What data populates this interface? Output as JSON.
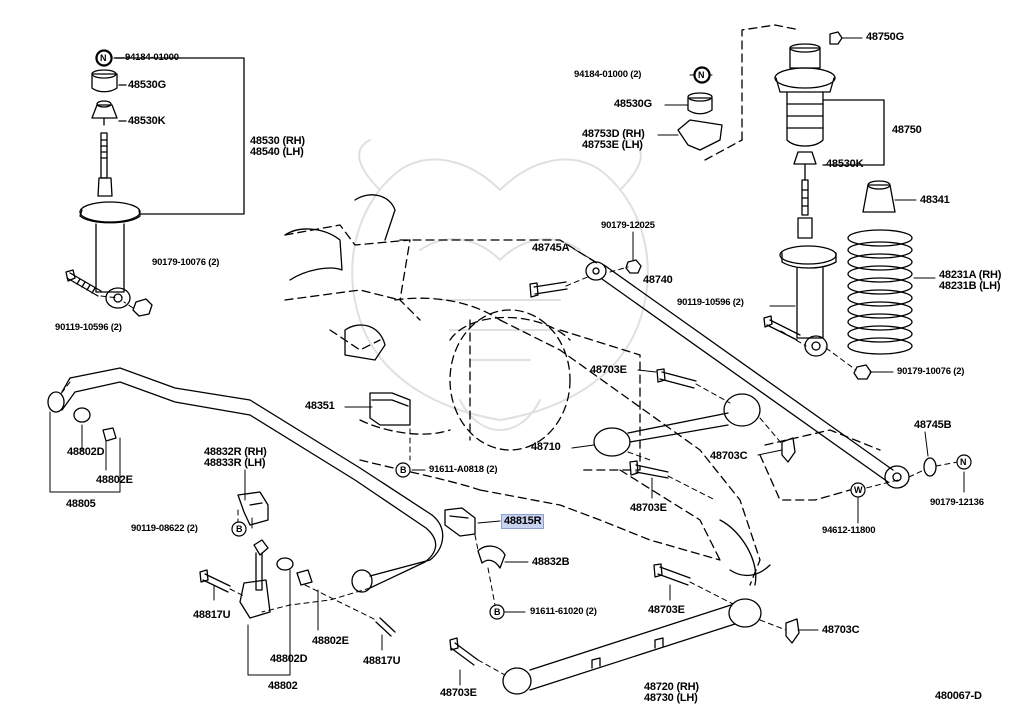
{
  "labels": {
    "p94184_top": "94184-01000",
    "p48530G_left": "48530G",
    "p48530K_left": "48530K",
    "p48530_rh": "48530 (RH)",
    "p48540_lh": "48540 (LH)",
    "p90179_10076_left": "90179-10076 (2)",
    "p90119_10596_left": "90119-10596 (2)",
    "p94184_right": "94184-01000 (2)",
    "p48530G_right": "48530G",
    "p48753D": "48753D (RH)",
    "p48753E": "48753E (LH)",
    "p48750G": "48750G",
    "p48750": "48750",
    "p48530K_right": "48530K",
    "p48341": "48341",
    "p48231A": "48231A (RH)",
    "p48231B": "48231B (LH)",
    "p90179_10076_right": "90179-10076 (2)",
    "p90119_10596_right": "90119-10596 (2)",
    "p48745A": "48745A",
    "p90179_12025": "90179-12025",
    "p48740": "48740",
    "p48351": "48351",
    "p91611_A0818": "91611-A0818 (2)",
    "p48703E_1": "48703E",
    "p48710": "48710",
    "p48703C_1": "48703C",
    "p48703E_2": "48703E",
    "p48745B": "48745B",
    "p90179_12136": "90179-12136",
    "p94612_11800": "94612-11800",
    "p48815R": "48815R",
    "p48832B": "48832B",
    "p91611_61020": "91611-61020 (2)",
    "p48703E_3": "48703E",
    "p48703C_2": "48703C",
    "p48703E_4": "48703E",
    "p48720": "48720 (RH)",
    "p48730": "48730 (LH)",
    "p48832R": "48832R (RH)",
    "p48833R": "48833R (LH)",
    "p90119_08622": "90119-08622 (2)",
    "p48802D_top": "48802D",
    "p48802E_top": "48802E",
    "p48805": "48805",
    "p48817U_left": "48817U",
    "p48802D_bottom": "48802D",
    "p48802E_bottom": "48802E",
    "p48802": "48802",
    "p48817U_right": "48817U",
    "diagram_id": "480067-D"
  },
  "markers": {
    "N": "N",
    "B": "B",
    "W": "W"
  }
}
